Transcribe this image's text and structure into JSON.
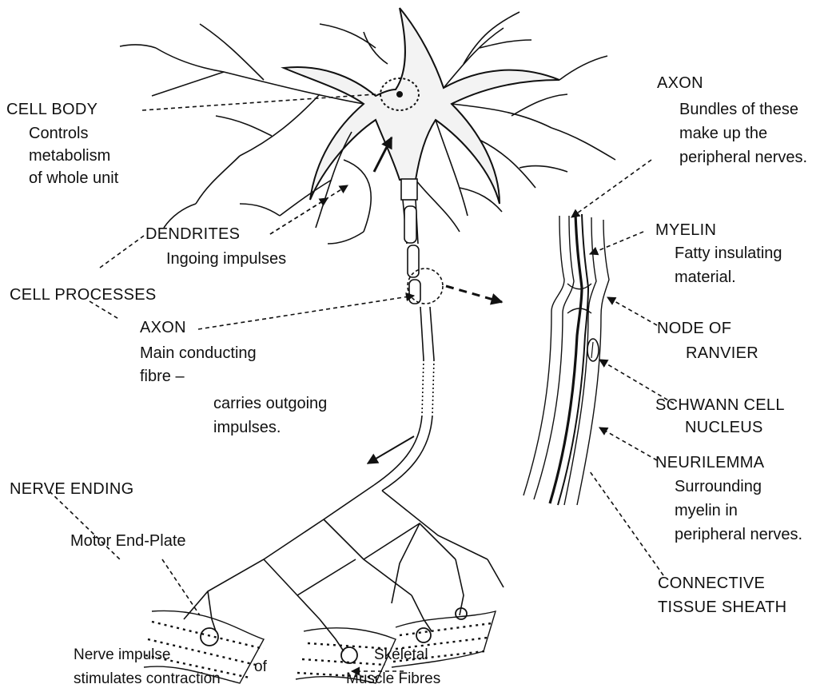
{
  "labels": {
    "cell_body": {
      "title": "CELL BODY",
      "line1": "Controls",
      "line2": "metabolism",
      "line3": "of whole unit"
    },
    "axon_top": {
      "title": "AXON",
      "line1": "Bundles of these",
      "line2": "make up the",
      "line3": "peripheral nerves."
    },
    "dendrites": {
      "title": "DENDRITES",
      "line1": "Ingoing impulses"
    },
    "cell_processes": "CELL PROCESSES",
    "axon_main": {
      "title": "AXON",
      "line1": "Main conducting",
      "line2": "fibre –",
      "line3": "carries outgoing",
      "line4": "impulses."
    },
    "myelin": {
      "title": "MYELIN",
      "line1": "Fatty insulating",
      "line2": "material."
    },
    "node": {
      "line1": "NODE OF",
      "line2": "RANVIER"
    },
    "schwann": {
      "line1": "SCHWANN CELL",
      "line2": "NUCLEUS"
    },
    "neurilemma": {
      "title": "NEURILEMMA",
      "line1": "Surrounding",
      "line2": "myelin in",
      "line3": "peripheral nerves."
    },
    "connective": {
      "line1": "CONNECTIVE",
      "line2": "TISSUE SHEATH"
    },
    "nerve_ending": "NERVE ENDING",
    "motor_end_plate": "Motor End-Plate",
    "impulse": {
      "line1": "Nerve impulse",
      "line2": "stimulates contraction"
    },
    "of": "of",
    "skeletal": {
      "line1": "Skeletal",
      "line2": "Muscle Fibres"
    }
  },
  "colors": {
    "ink": "#111111",
    "background": "#ffffff"
  }
}
